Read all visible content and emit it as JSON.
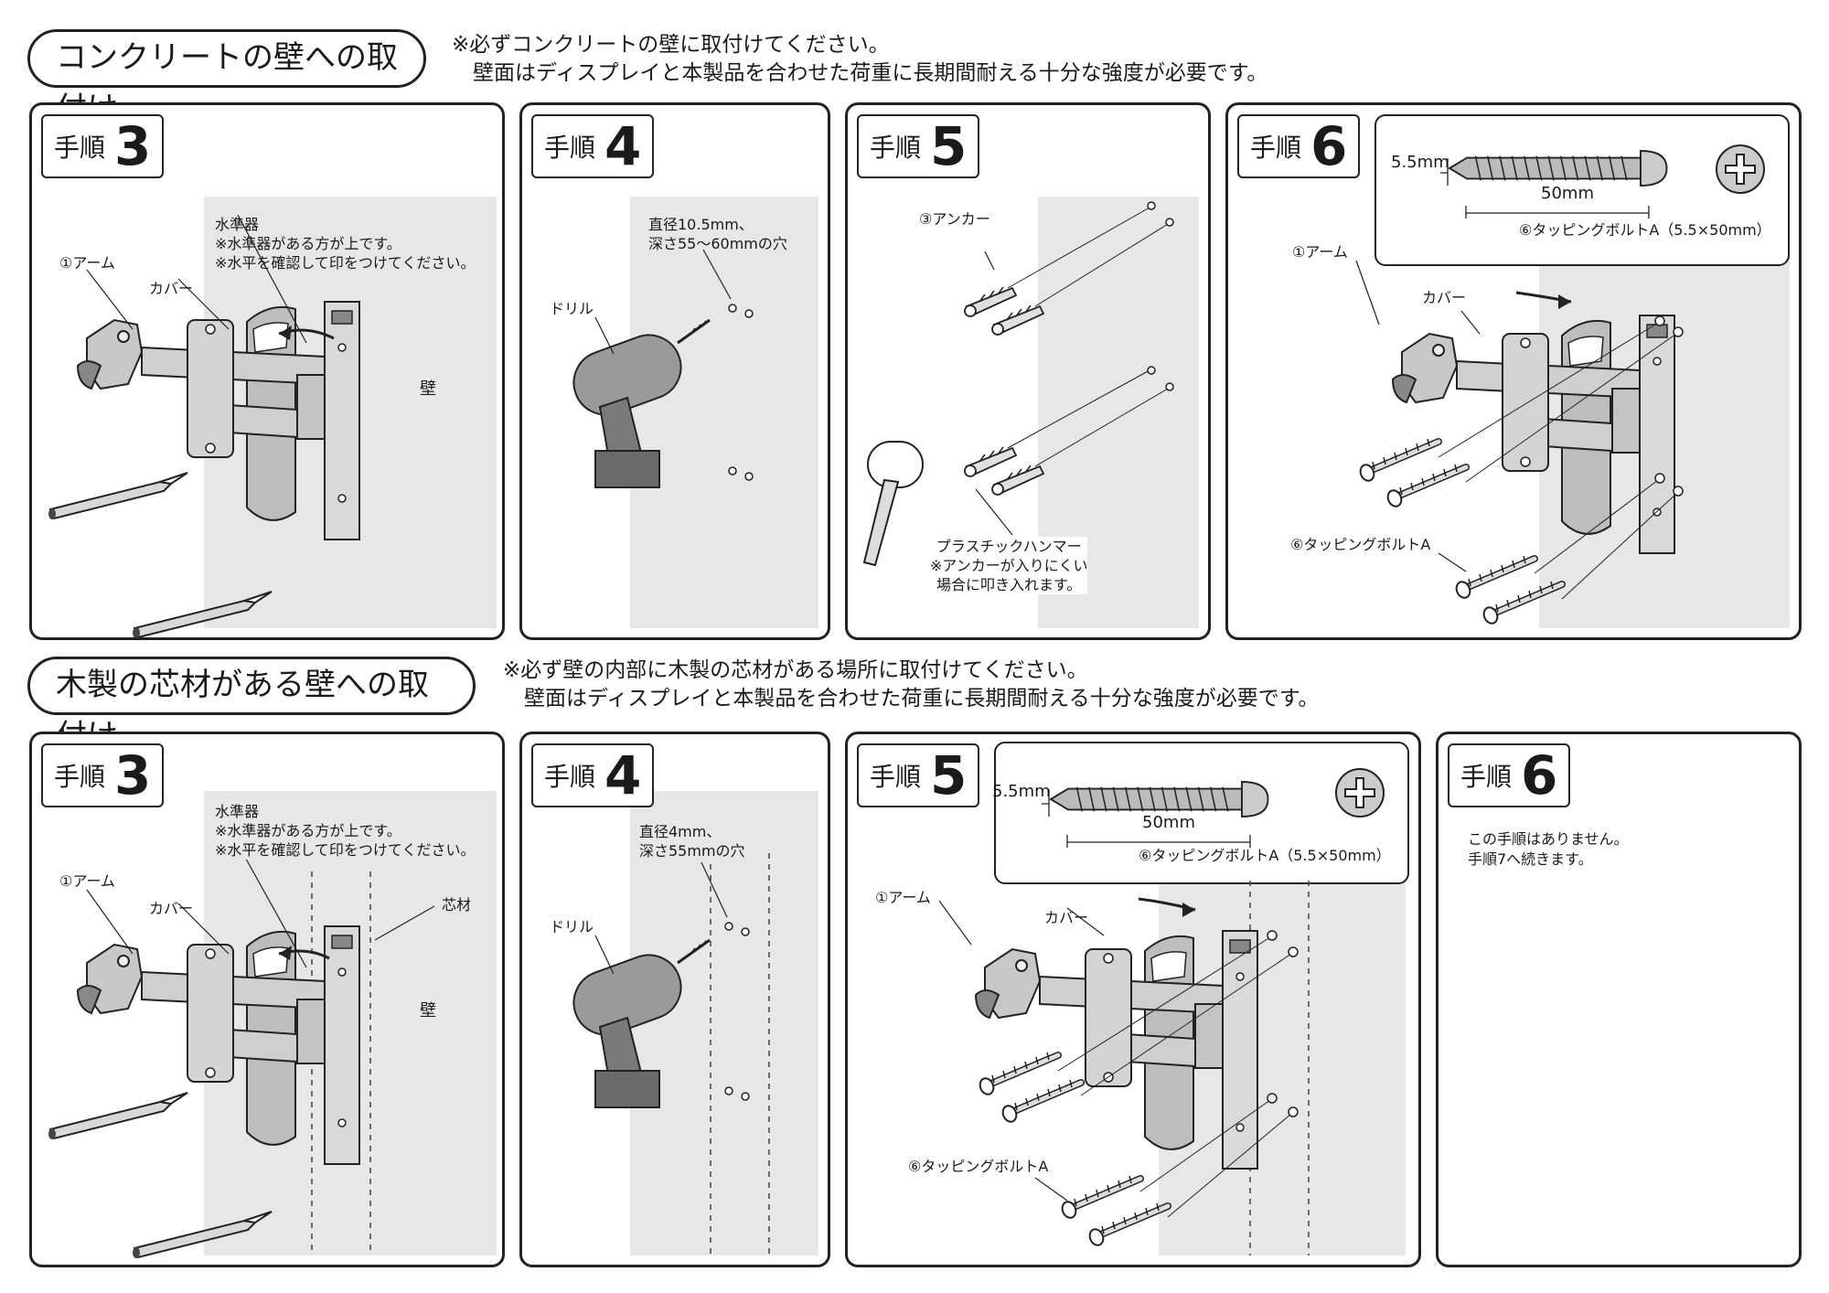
{
  "concrete": {
    "title": "コンクリートの壁への取付け",
    "note": "※必ずコンクリートの壁に取付けてください。\n　壁面はディスプレイと本製品を合わせた荷重に長期間耐える十分な強度が必要です。",
    "step3": {
      "word": "手順",
      "num": "3",
      "level_label": "水準器\n※水準器がある方が上です。\n※水平を確認して印をつけてください。",
      "arm_label": "①アーム",
      "cover_label": "カバー",
      "wall_label": "壁"
    },
    "step4": {
      "word": "手順",
      "num": "4",
      "hole_label": "直径10.5mm、\n深さ55～60mmの穴",
      "drill_label": "ドリル"
    },
    "step5": {
      "word": "手順",
      "num": "5",
      "anchor_label": "③アンカー",
      "hammer_label": "プラスチックハンマー\n※アンカーが入りにくい\n場合に叩き入れます。"
    },
    "step6": {
      "word": "手順",
      "num": "6",
      "screw_diameter": "5.5mm",
      "screw_length": "50mm",
      "screw_caption": "⑥タッピングボルトA（5.5×50mm）",
      "arm_label": "①アーム",
      "cover_label": "カバー",
      "bolt_label": "⑥タッピングボルトA"
    }
  },
  "wood": {
    "title": "木製の芯材がある壁への取付け",
    "note": "※必ず壁の内部に木製の芯材がある場所に取付けてください。\n　壁面はディスプレイと本製品を合わせた荷重に長期間耐える十分な強度が必要です。",
    "step3": {
      "word": "手順",
      "num": "3",
      "level_label": "水準器\n※水準器がある方が上です。\n※水平を確認して印をつけてください。",
      "arm_label": "①アーム",
      "cover_label": "カバー",
      "core_label": "芯材",
      "wall_label": "壁"
    },
    "step4": {
      "word": "手順",
      "num": "4",
      "hole_label": "直径4mm、\n深さ55mmの穴",
      "drill_label": "ドリル"
    },
    "step5": {
      "word": "手順",
      "num": "5",
      "screw_diameter": "5.5mm",
      "screw_length": "50mm",
      "screw_caption": "⑥タッピングボルトA（5.5×50mm）",
      "arm_label": "①アーム",
      "cover_label": "カバー",
      "bolt_label": "⑥タッピングボルトA"
    },
    "step6": {
      "word": "手順",
      "num": "6",
      "message": "この手順はありません。\n手順7へ続きます。"
    }
  },
  "icon_names": [
    "bracket-arm-icon",
    "pencil-icon",
    "drill-icon",
    "anchor-icon",
    "hammer-icon",
    "screw-icon",
    "phillips-head-icon",
    "rotate-arrow-icon"
  ]
}
